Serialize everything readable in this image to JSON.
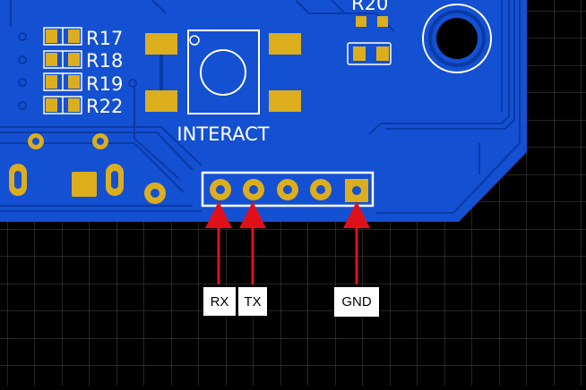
{
  "board": {
    "silkscreen_labels": {
      "r17": "R17",
      "r18": "R18",
      "r19": "R19",
      "r22": "R22",
      "r20": "R20",
      "button": "INTERACT"
    }
  },
  "callouts": {
    "rx": "RX",
    "tx": "TX",
    "gnd": "GND"
  },
  "colors": {
    "background": "#000000",
    "grid": "#4a4a4a",
    "pcb_fill": "#1450d2",
    "pcb_trace": "#0a3aa6",
    "pad": "#dcae1e",
    "silkscreen": "#ffffff",
    "arrow": "#e0101a"
  },
  "icons": {
    "arrow": "red-arrow-icon",
    "pin": "header-pin-icon"
  }
}
